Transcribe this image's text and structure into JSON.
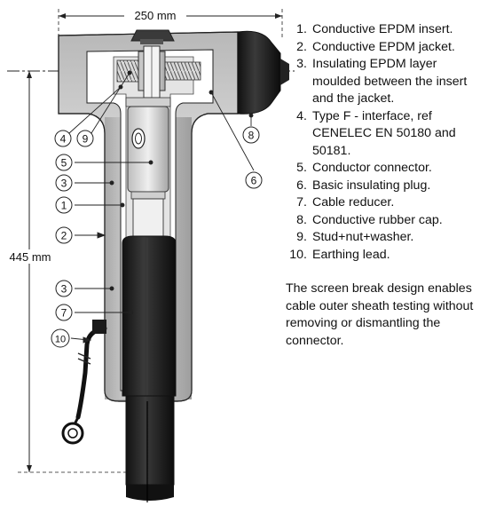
{
  "dimensions": {
    "width_label": "250 mm",
    "height_label": "445 mm"
  },
  "callouts": [
    "1",
    "2",
    "3",
    "4",
    "5",
    "6",
    "7",
    "8",
    "9",
    "10"
  ],
  "legend": [
    {
      "n": "1.",
      "text": "Conductive EPDM insert."
    },
    {
      "n": "2.",
      "text": "Conductive EPDM jacket."
    },
    {
      "n": "3.",
      "text": "Insulating EPDM layer moulded between the insert and the jacket."
    },
    {
      "n": "4.",
      "text": "Type F - interface, ref CENELEC EN 50180 and 50181."
    },
    {
      "n": "5.",
      "text": "Conductor connector."
    },
    {
      "n": "6.",
      "text": "Basic insulating plug."
    },
    {
      "n": "7.",
      "text": "Cable reducer."
    },
    {
      "n": "8.",
      "text": "Conductive rubber cap."
    },
    {
      "n": "9.",
      "text": "Stud+nut+washer."
    },
    {
      "n": "10.",
      "text": "Earthing lead."
    }
  ],
  "note": "The screen break design enables cable outer sheath testing without removing or dismantling the connector.",
  "colors": {
    "jacket_gray": "#c4c4c4",
    "insulation_white": "#ffffff",
    "rubber_black": "#1c1c1c",
    "outline": "#222222"
  }
}
